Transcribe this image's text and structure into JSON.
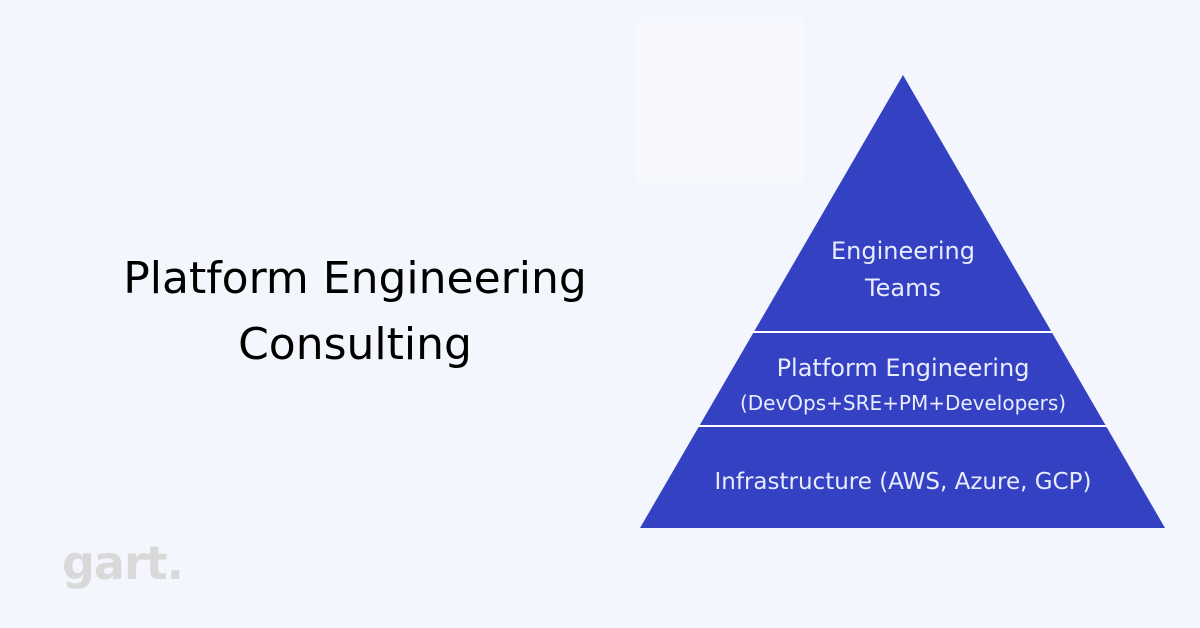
{
  "headline": {
    "line1": "Platform Engineering",
    "line2": "Consulting"
  },
  "pyramid": {
    "fill_color": "#3441c2",
    "divider_color": "#ffffff",
    "tiers": [
      {
        "lines": [
          "Engineering",
          "Teams"
        ]
      },
      {
        "lines": [
          "Platform Engineering",
          "(DevOps+SRE+PM+Developers)"
        ]
      },
      {
        "lines": [
          "Infrastructure (AWS, Azure, GCP)"
        ]
      }
    ]
  },
  "logo": {
    "text": "gart.",
    "color": "#d9d9d9"
  },
  "colors": {
    "background": "#f3f6fc",
    "headline": "#000000"
  }
}
